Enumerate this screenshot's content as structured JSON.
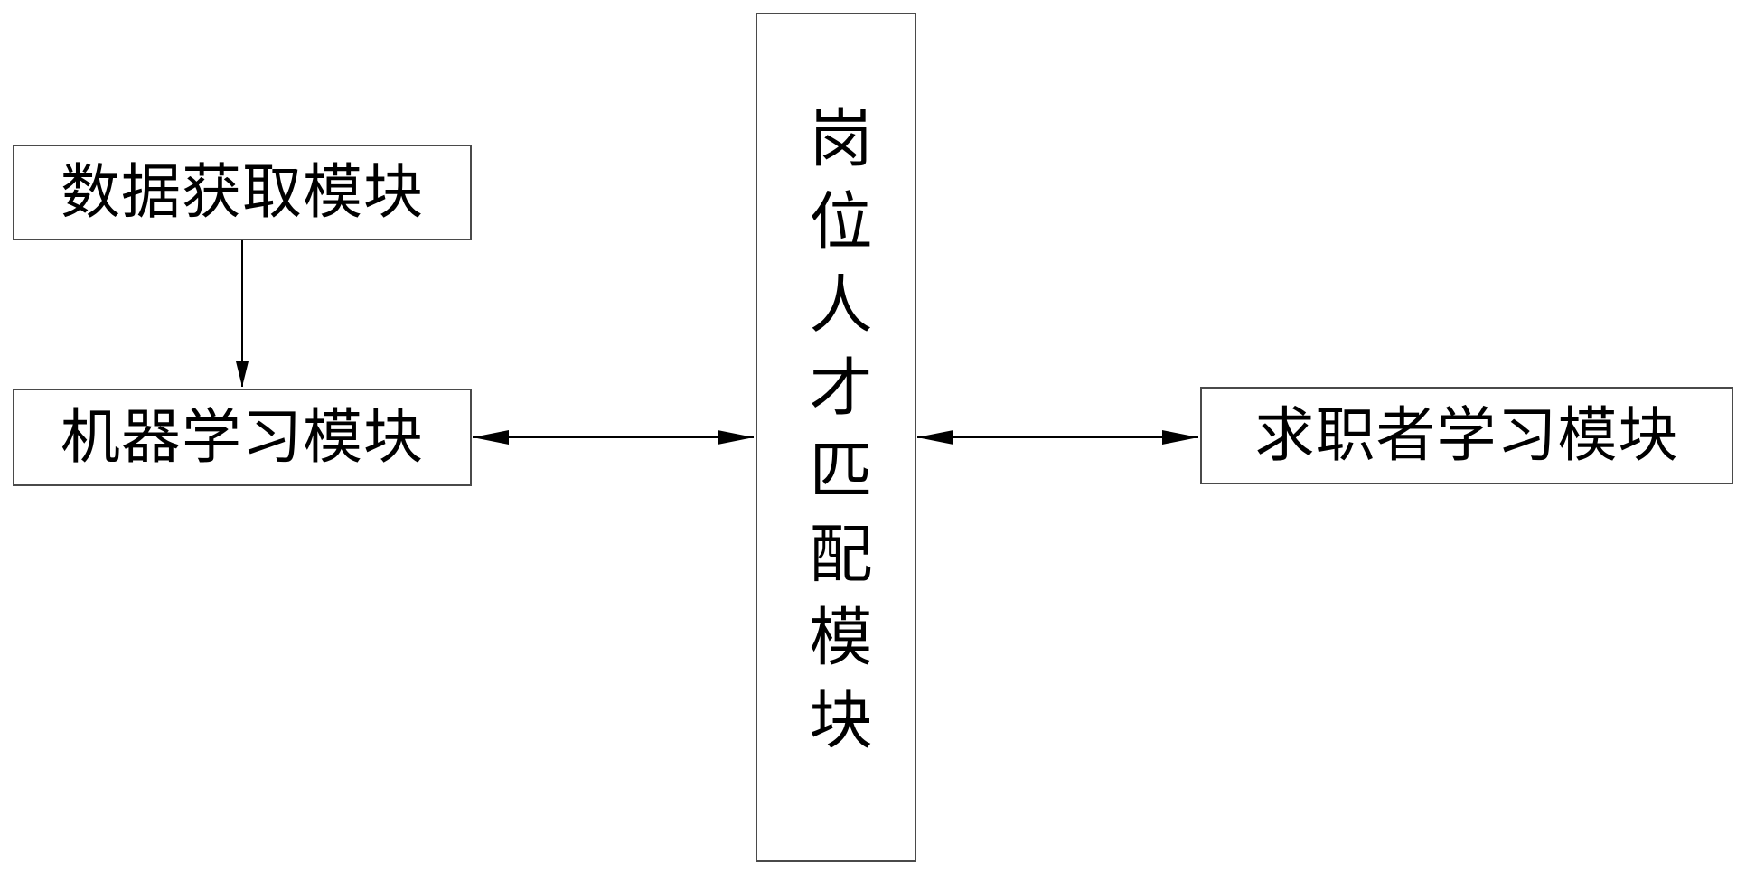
{
  "diagram": {
    "nodes": {
      "data_acquisition": "数据获取模块",
      "machine_learning": "机器学习模块",
      "job_talent_matching": "岗位人才匹配模块",
      "job_seeker_learning": "求职者学习模块"
    },
    "edges": [
      {
        "from": "data_acquisition",
        "to": "machine_learning",
        "direction": "one-way"
      },
      {
        "from": "machine_learning",
        "to": "job_talent_matching",
        "direction": "two-way"
      },
      {
        "from": "job_talent_matching",
        "to": "job_seeker_learning",
        "direction": "two-way"
      }
    ],
    "colors": {
      "line": "#000000",
      "border": "#4a4a4a",
      "background": "#ffffff"
    }
  }
}
